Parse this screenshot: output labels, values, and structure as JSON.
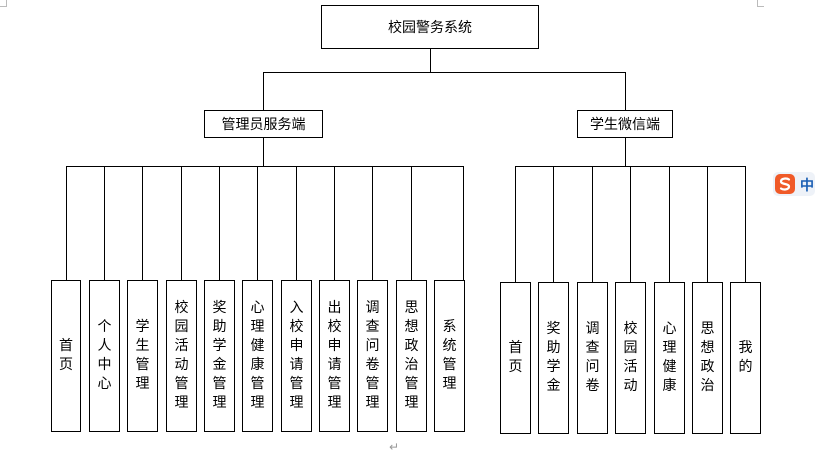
{
  "diagram": {
    "root": {
      "label": "校园警务系统"
    },
    "branches": [
      {
        "label": "管理员服务端",
        "leaves": [
          "首页",
          "个人中心",
          "学生管理",
          "校园活动管理",
          "奖助学金管理",
          "心理健康管理",
          "入校申请管理",
          "出校申请管理",
          "调查问卷管理",
          "思想政治管理",
          "系统管理"
        ]
      },
      {
        "label": "学生微信端",
        "leaves": [
          "首页",
          "奖助学金",
          "调查问卷",
          "校园活动",
          "心理健康",
          "思想政治",
          "我的"
        ]
      }
    ]
  },
  "overlay": {
    "ime_icon": "sogou-ime-icon",
    "ime_text": "中",
    "paragraph_mark": "↵"
  }
}
